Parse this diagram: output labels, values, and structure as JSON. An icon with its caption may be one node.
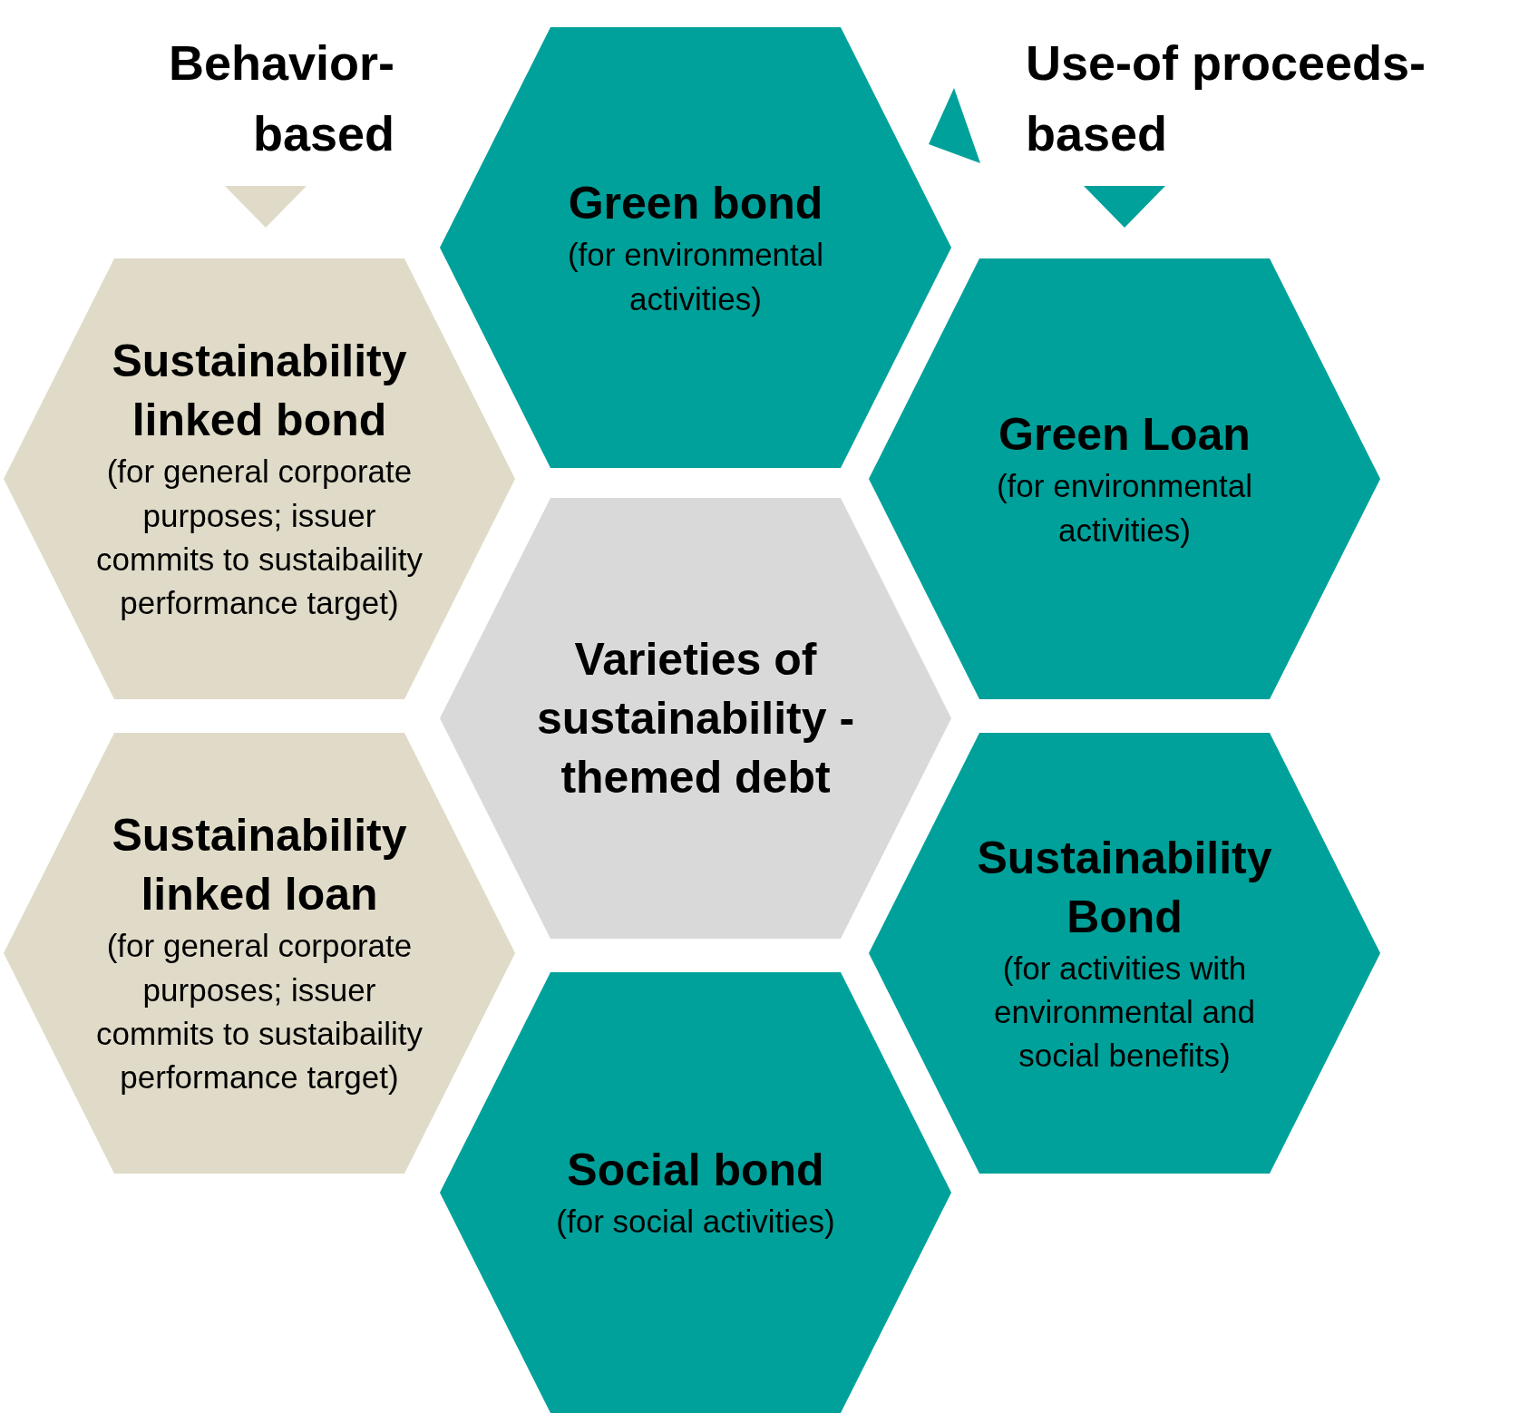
{
  "diagram": {
    "nodes": [
      {
        "text": [
          "Green bond",
          "(for environmental activities)"
        ]
      },
      {
        "text": [
          "Sustainability linked bond",
          "(for general corporate purposes; issuer commits to sustaibaility performance target)"
        ]
      },
      {
        "text": [
          "Green Loan",
          "(for environmental activities)"
        ]
      },
      {
        "text": [
          "Varieties of sustainability -themed debt"
        ]
      },
      {
        "text": [
          "Sustainability linked loan",
          "(for general corporate purposes; issuer commits to sustaibaility performance target)"
        ]
      },
      {
        "text": [
          "Sustainability Bond",
          "(for activities with environmental and social benefits)"
        ]
      },
      {
        "text": [
          "Social bond",
          "(for social activities)"
        ]
      }
    ],
    "labels": [
      "Behavior- based",
      "Use-of proceeds-based"
    ]
  }
}
